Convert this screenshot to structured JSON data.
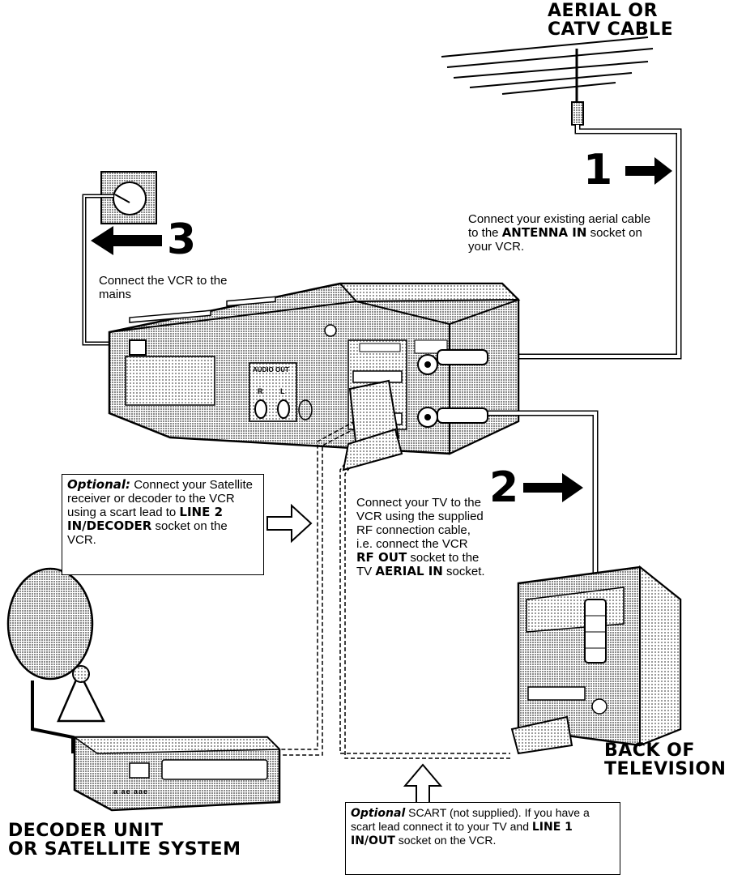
{
  "labels": {
    "aerial_line1": "AERIAL OR",
    "aerial_line2": "CATV CABLE",
    "back_tv_line1": "BACK OF",
    "back_tv_line2": "TELEVISION",
    "decoder_line1": "DECODER UNIT",
    "decoder_line2": "OR SATELLITE SYSTEM"
  },
  "steps": [
    {
      "number": "1",
      "text_a": "Connect your existing aerial cable to the ",
      "bold": "ANTENNA IN",
      "text_b": " socket on your VCR."
    },
    {
      "number": "2",
      "text_a": "Connect your TV to the VCR using the supplied RF connection cable, i.e. connect the VCR ",
      "bold1": "RF OUT",
      "text_b": " socket to the TV ",
      "bold2": "AERIAL IN",
      "text_c": " socket."
    },
    {
      "number": "3",
      "text": "Connect the VCR to the mains"
    }
  ],
  "optional_decoder": {
    "label": "Optional:",
    "text_a": " Connect your Satellite receiver or decoder to the VCR using a scart lead to ",
    "bold": "LINE 2 IN/DECODER",
    "text_b": " socket on the VCR."
  },
  "optional_scart": {
    "label": "Optional",
    "text_a": " SCART (not supplied). If you have a scart lead connect it to your TV and ",
    "bold": "LINE 1 IN/OUT",
    "text_b": " socket on the VCR."
  },
  "vcr_panel": {
    "audio_out": "AUDIO OUT",
    "audio_r": "R",
    "audio_l": "L"
  },
  "decoder_buttons": "a ae aae",
  "colors": {
    "ink": "#000000",
    "paper": "#ffffff",
    "shade": "#bdbdbd"
  }
}
